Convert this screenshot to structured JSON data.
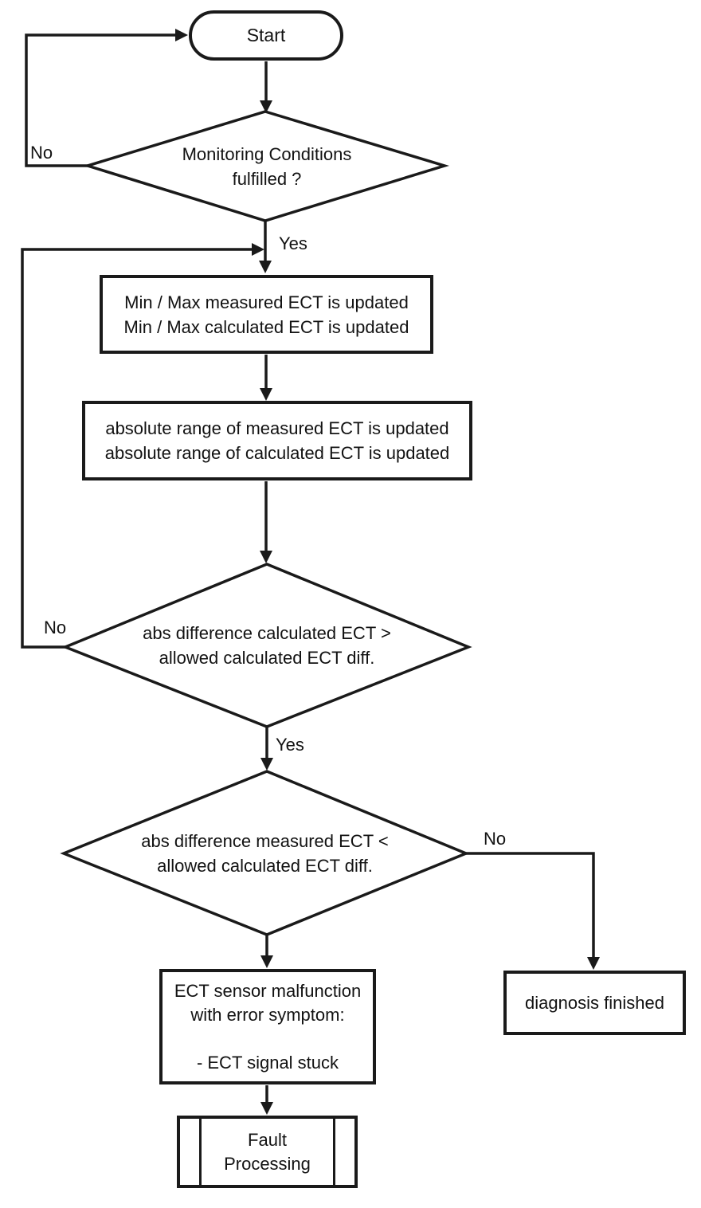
{
  "colors": {
    "ink": "#1a1a1a",
    "background": "#ffffff",
    "text": "#121212"
  },
  "flowchart": {
    "start": {
      "label": "Start"
    },
    "decision_monitoring": {
      "text": "Monitoring Conditions\nfulfilled ?",
      "no_label": "No",
      "yes_label": "Yes"
    },
    "process_min_max": {
      "text": "Min / Max measured ECT is updated\nMin / Max calculated ECT is updated"
    },
    "process_abs_range": {
      "text": "absolute range of measured ECT is updated\nabsolute range of calculated ECT is updated"
    },
    "decision_calculated_diff": {
      "text": "abs difference calculated ECT >\nallowed calculated ECT diff.",
      "no_label": "No",
      "yes_label": "Yes"
    },
    "decision_measured_diff": {
      "text": "abs difference measured ECT <\nallowed calculated ECT diff.",
      "no_label": "No"
    },
    "process_malfunction": {
      "text": "ECT sensor malfunction\nwith error symptom:\n\n- ECT signal stuck"
    },
    "terminal_diagnosis_finished": {
      "label": "diagnosis finished"
    },
    "subroutine_fault_processing": {
      "text": "Fault\nProcessing"
    }
  }
}
